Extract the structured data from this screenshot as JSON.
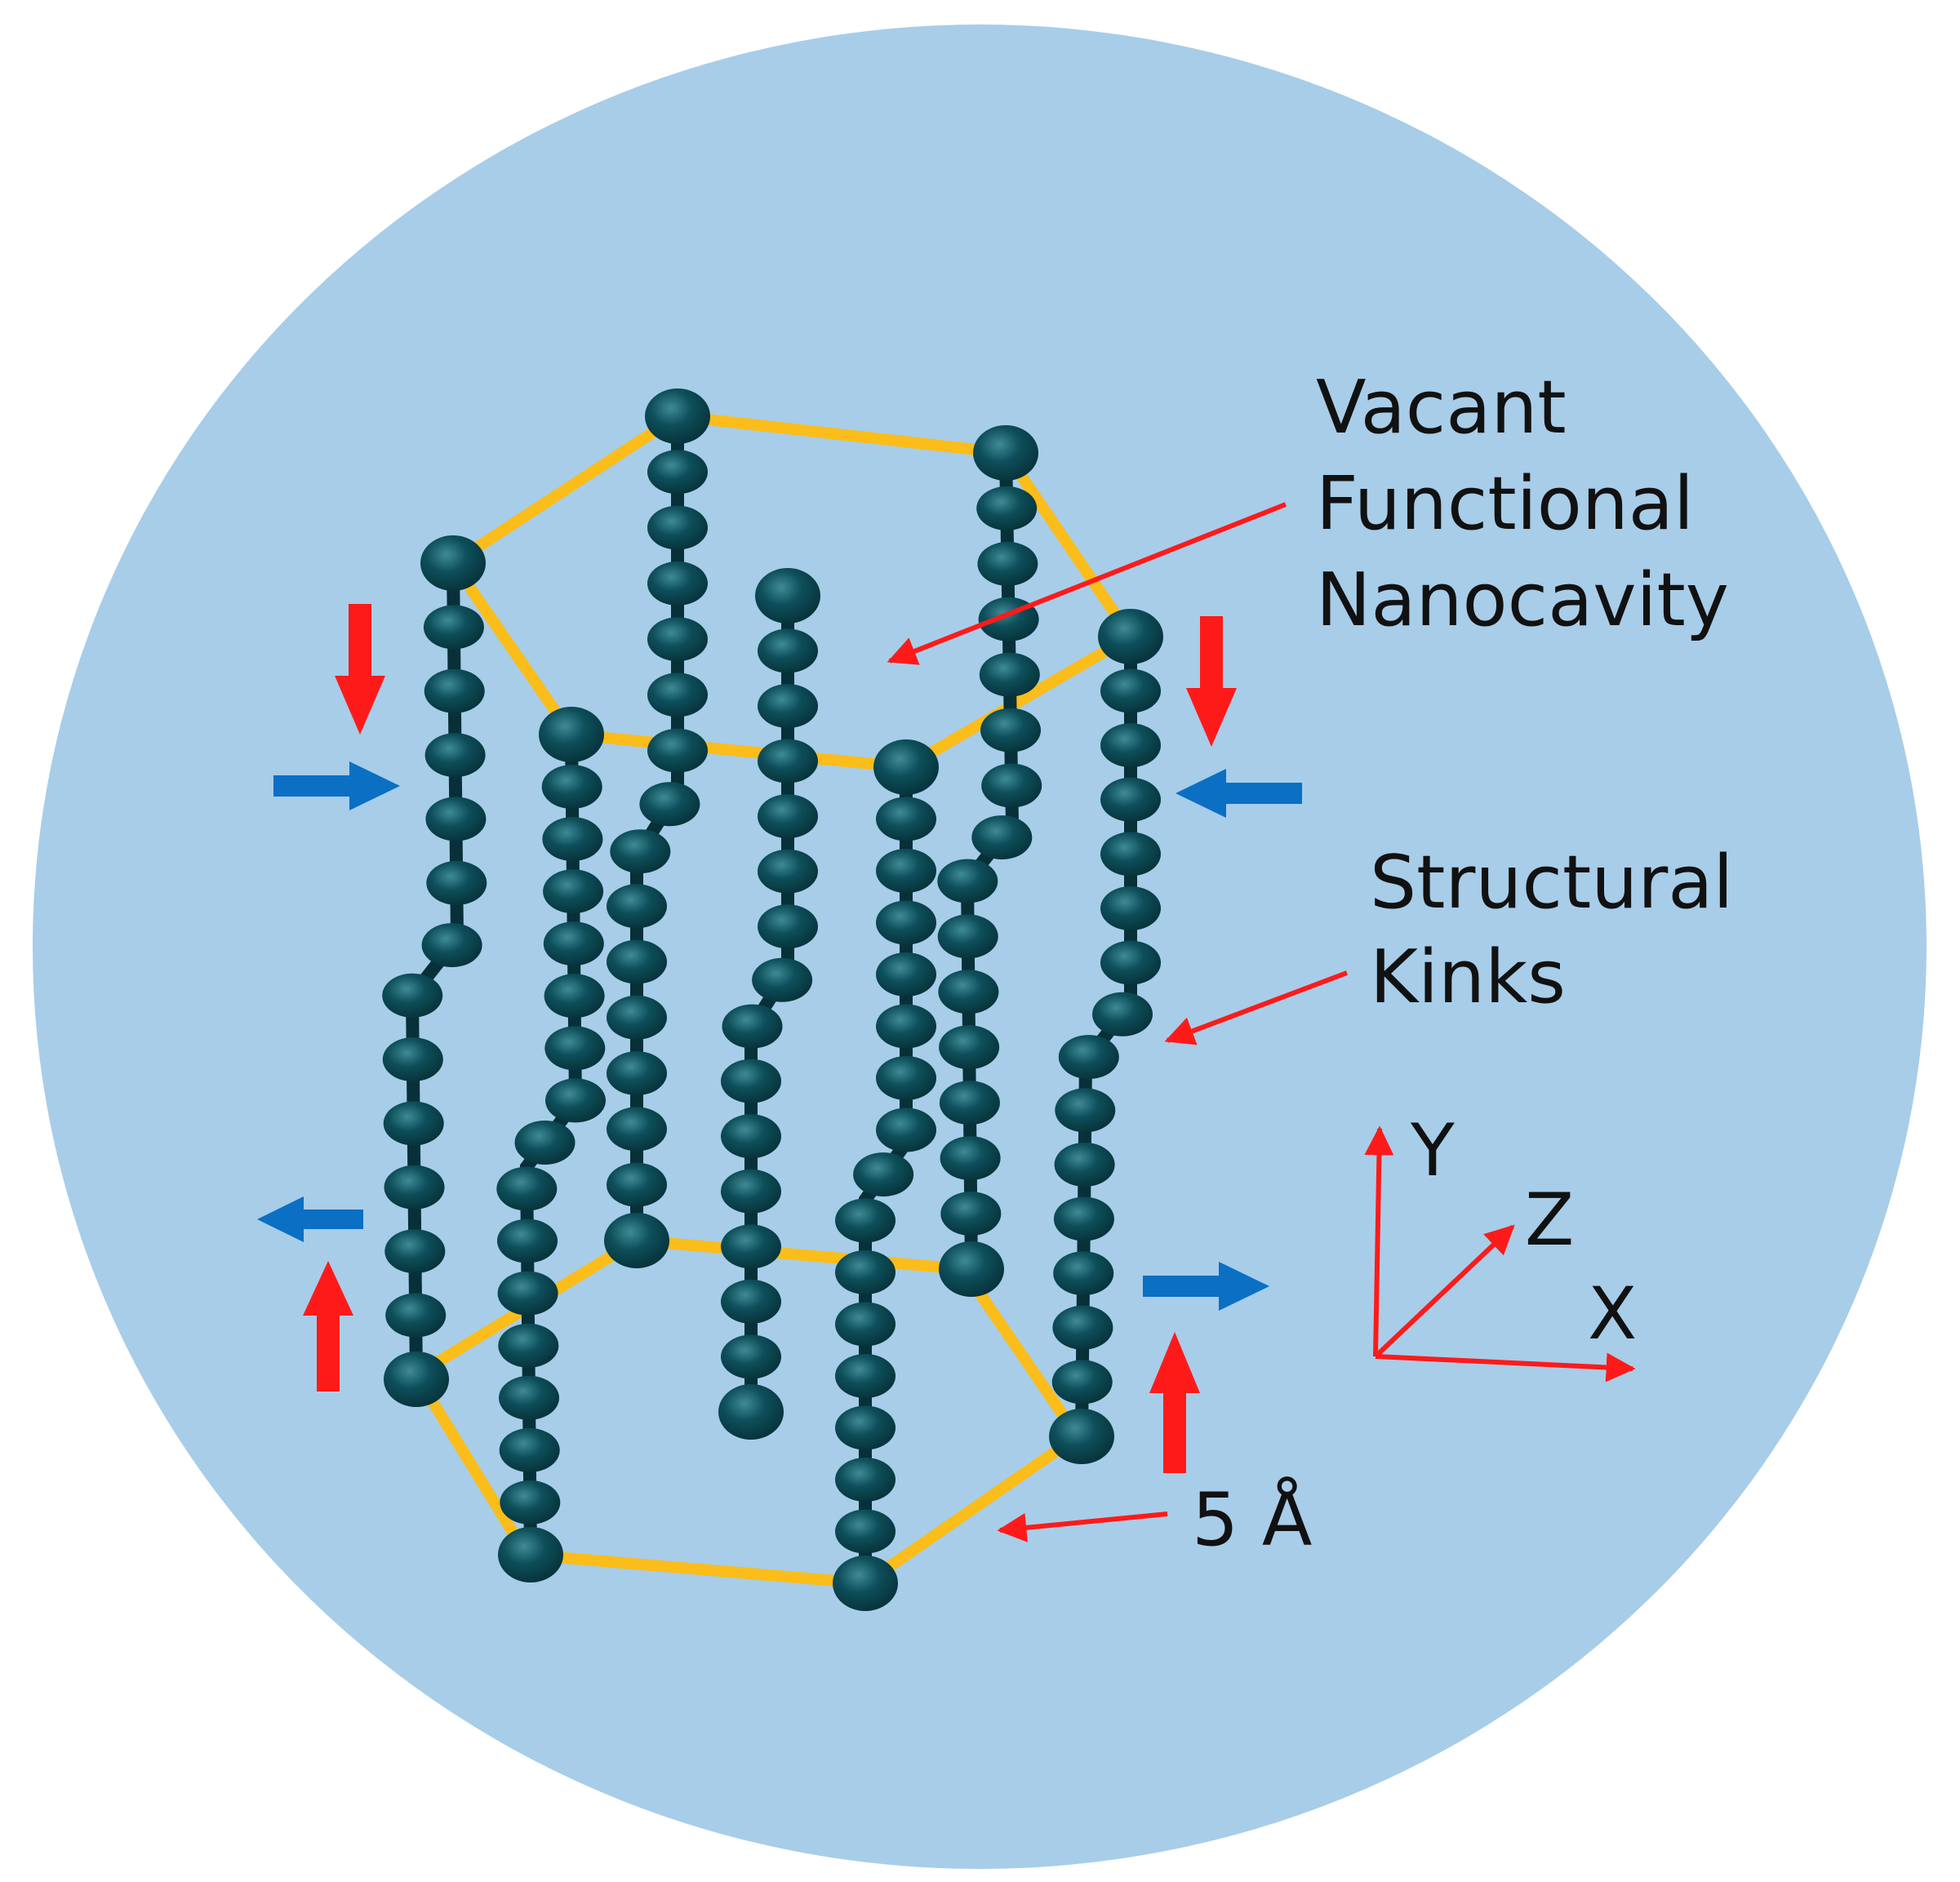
{
  "labels": {
    "cavity_line1": "Vacant",
    "cavity_line2": "Functional",
    "cavity_line3": "Nanocavity",
    "kinks_line1": "Structural",
    "kinks_line2": "Kinks",
    "distance": "5 Å",
    "axis_x": "X",
    "axis_y": "Y",
    "axis_z": "Z"
  },
  "colors": {
    "background_disc": "#a7cde9",
    "bead": "#0d4f5a",
    "bead_dark": "#073038",
    "bead_highlight": "#3f8a96",
    "hexagon_edge": "#fbbd1a",
    "arrow_red": "#ff1a1a",
    "arrow_blue": "#0b6fc4",
    "axis_red": "#ff1a1a",
    "text": "#111111"
  }
}
